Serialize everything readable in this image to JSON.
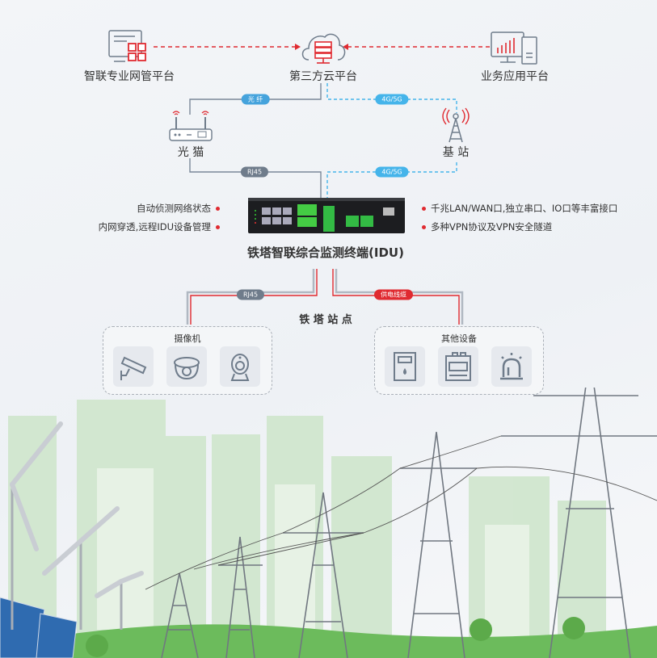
{
  "platforms": {
    "left": "智联专业网管平台",
    "center": "第三方云平台",
    "right": "业务应用平台"
  },
  "links": {
    "fiber": "光 纤",
    "cell_top": "4G/5G",
    "rj45_top": "RJ45",
    "cell_bottom": "4G/5G",
    "rj45_bottom": "RJ45",
    "power": "供电线缆"
  },
  "nodes": {
    "modem": "光 猫",
    "base_station": "基 站"
  },
  "device": {
    "title": "铁塔智联综合监测终端(IDU)",
    "features_left": [
      "自动侦测网络状态",
      "内网穿透,远程IDU设备管理"
    ],
    "features_right": [
      "千兆LAN/WAN口,独立串口、IO口等丰富接口",
      "多种VPN协议及VPN安全隧道"
    ]
  },
  "site": {
    "title": "铁 塔 站 点",
    "cameras": {
      "title": "摄像机"
    },
    "others": {
      "title": "其他设备"
    }
  },
  "colors": {
    "red": "#e02a30",
    "blue": "#45b4ea",
    "gray": "#6f7c8b",
    "green": "#4caf50"
  }
}
